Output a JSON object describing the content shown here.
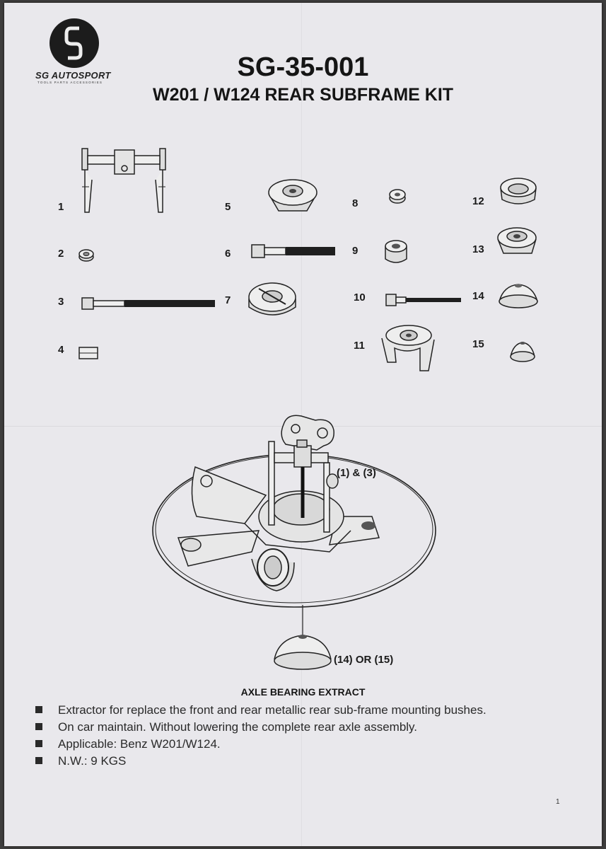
{
  "brand": {
    "name": "SG AUTOSPORT",
    "tagline": "TOOLS PARTS ACCESSORIES",
    "logo_letter": "S"
  },
  "header": {
    "title": "SG-35-001",
    "subtitle": "W201 / W124 REAR SUBFRAME KIT"
  },
  "parts": [
    "1",
    "2",
    "3",
    "4",
    "5",
    "6",
    "7",
    "8",
    "9",
    "10",
    "11",
    "12",
    "13",
    "14",
    "15"
  ],
  "diagram": {
    "callout_top": "(1) & (3)",
    "callout_bottom": "(14) OR (15)",
    "caption": "AXLE BEARING EXTRACT"
  },
  "bullets": [
    "Extractor for replace the front and rear metallic rear sub-frame mounting bushes.",
    "On car maintain. Without lowering the complete rear axle assembly.",
    "Applicable: Benz W201/W124.",
    "N.W.: 9 KGS"
  ],
  "page_number": "1"
}
